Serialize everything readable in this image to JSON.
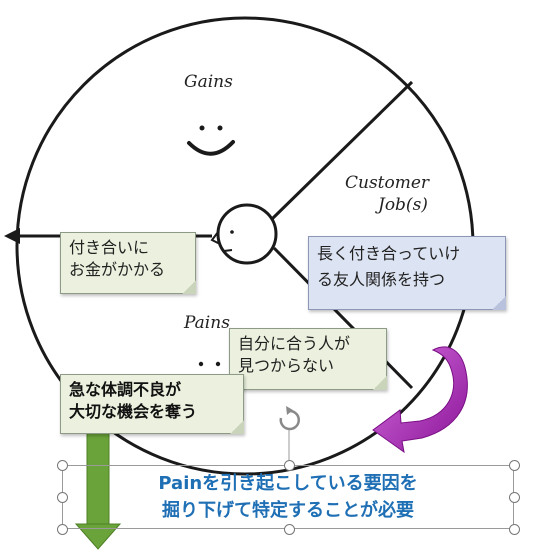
{
  "diagram": {
    "gains_label": "Gains",
    "customer_jobs_label_line1": "Customer",
    "customer_jobs_label_line2": "Job(s)",
    "pains_label": "Pains"
  },
  "notes": {
    "money_line1": "付き合いに",
    "money_line2": "お金がかかる",
    "friendship_line1": "長く付き合っていけ",
    "friendship_line2": "る友人関係を持つ",
    "match_line1": "自分に合う人が",
    "match_line2": "見つからない",
    "health_line1": "急な体調不良が",
    "health_line2": "大切な機会を奪う"
  },
  "textbox": {
    "line1": "Painを引き起こしている要因を",
    "line2": "掘り下げて特定することが必要"
  },
  "colors": {
    "note_green": "#ebf1de",
    "note_blue": "#dce3f2",
    "arrow_purple": "#9b1fa8",
    "arrow_green": "#6aa339",
    "text_blue": "#1f6fb5"
  },
  "icons": [
    "smile-face",
    "rotate-handle-icon",
    "left-arrow"
  ]
}
